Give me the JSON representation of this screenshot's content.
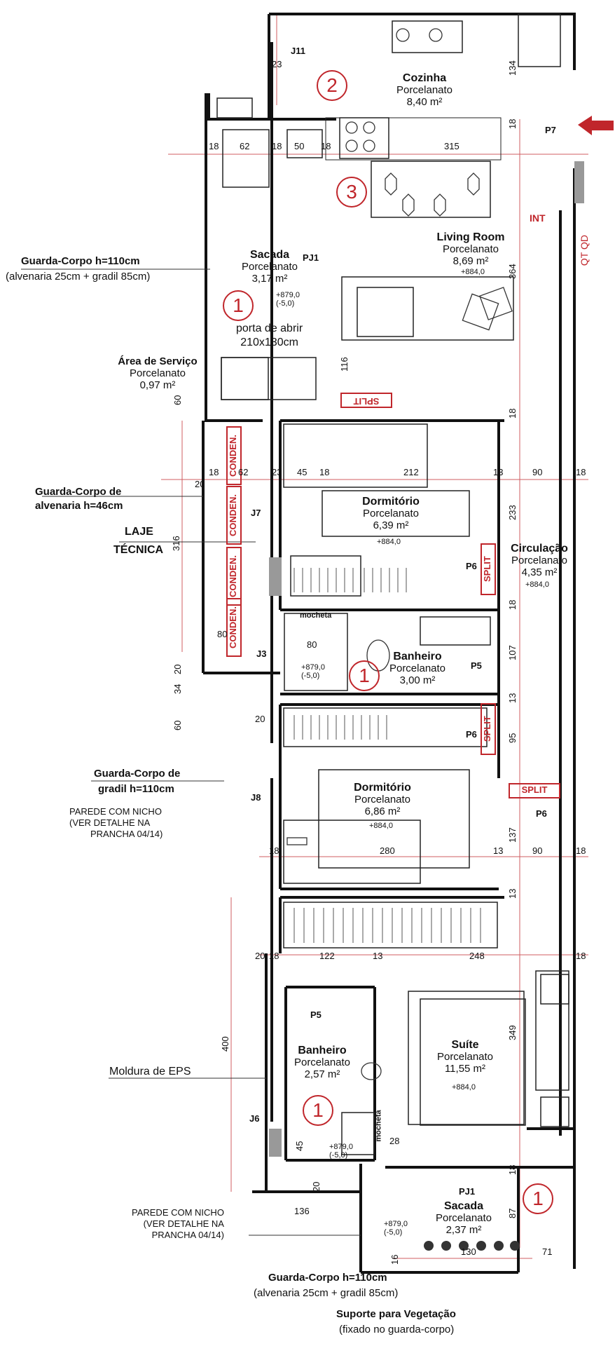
{
  "rooms": {
    "cozinha": {
      "name": "Cozinha",
      "finish": "Porcelanato",
      "area": "8,40 m²"
    },
    "living": {
      "name": "Living Room",
      "finish": "Porcelanato",
      "area": "8,69 m²",
      "level": "+884,0"
    },
    "sacada_top": {
      "name": "Sacada",
      "finish": "Porcelanato",
      "area": "3,17 m²",
      "level": "+879,0",
      "level2": "(-5,0)"
    },
    "servico": {
      "name": "Área de Serviço",
      "finish": "Porcelanato",
      "area": "0,97 m²"
    },
    "dorm1": {
      "name": "Dormitório",
      "finish": "Porcelanato",
      "area": "6,39 m²",
      "level": "+884,0"
    },
    "circulacao": {
      "name": "Circulação",
      "finish": "Porcelanato",
      "area": "4,35 m²",
      "level": "+884,0"
    },
    "banheiro1": {
      "name": "Banheiro",
      "finish": "Porcelanato",
      "area": "3,00 m²",
      "level": "+879,0",
      "level2": "(-5,0)"
    },
    "dorm2": {
      "name": "Dormitório",
      "finish": "Porcelanato",
      "area": "6,86 m²",
      "level": "+884,0"
    },
    "banheiro2": {
      "name": "Banheiro",
      "finish": "Porcelanato",
      "area": "2,57 m²",
      "level": "+879,0",
      "level2": "(-5,0)"
    },
    "suite": {
      "name": "Suíte",
      "finish": "Porcelanato",
      "area": "11,55 m²",
      "level": "+884,0"
    },
    "sacada_bottom": {
      "name": "Sacada",
      "finish": "Porcelanato",
      "area": "2,37 m²",
      "level": "+879,0",
      "level2": "(-5,0)"
    }
  },
  "notes": {
    "gc110_top_1": "Guarda-Corpo h=110cm",
    "gc110_top_2": "(alvenaria 25cm + gradil 85cm)",
    "door": "porta de abrir",
    "door_size": "210x130cm",
    "gc46_1": "Guarda-Corpo de",
    "gc46_2": "alvenaria h=46cm",
    "laje_1": "LAJE",
    "laje_2": "TÉCNICA",
    "gcgradil_1": "Guarda-Corpo de",
    "gcgradil_2": "gradil h=110cm",
    "nicho1_1": "PAREDE COM NICHO",
    "nicho1_2": "(VER DETALHE NA",
    "nicho1_3": "PRANCHA 04/14)",
    "eps": "Moldura de EPS",
    "nicho2_1": "PAREDE COM NICHO",
    "nicho2_2": "(VER DETALHE NA",
    "nicho2_3": "PRANCHA 04/14)",
    "gc110_bot_1": "Guarda-Corpo h=110cm",
    "gc110_bot_2": "(alvenaria 25cm + gradil 85cm)",
    "suporte_1": "Suporte para Vegetação",
    "suporte_2": "(fixado no guarda-corpo)",
    "int": "INT",
    "qt_qd": "QT QD"
  },
  "tags": {
    "j11": "J11",
    "pj1_top": "PJ1",
    "p7": "P7",
    "j7": "J7",
    "j3": "J3",
    "p6_a": "P6",
    "p5_a": "P5",
    "p6_b": "P6",
    "j8": "J8",
    "p6_c": "P6",
    "p5_b": "P5",
    "j6": "J6",
    "pj1_bot": "PJ1",
    "mocheta_a": "mocheta",
    "mocheta_b": "mocheta"
  },
  "markers": {
    "m2": "2",
    "m3": "3",
    "m1a": "1",
    "m1b": "1",
    "m1c": "1",
    "m1d": "1"
  },
  "red_labels": {
    "split_1": "SPLIT",
    "split_2": "SPLIT",
    "split_3": "SPLIT",
    "split_4": "SPLIT",
    "conden_1": "CONDEN.",
    "conden_2": "CONDEN.",
    "conden_3": "CONDEN.",
    "conden_4": "CONDEN."
  },
  "dims": {
    "d23": "23",
    "d134": "134",
    "d18a": "18",
    "d62a": "62",
    "d18b": "18",
    "d50": "50",
    "d18c": "18",
    "d315": "315",
    "d18d": "18",
    "d364": "364",
    "d116": "116",
    "d60a": "60",
    "d18e": "18",
    "d18f": "18",
    "d62b": "62",
    "d23b": "23",
    "d45a": "45",
    "d18g": "18",
    "d212": "212",
    "d13a": "13",
    "d90a": "90",
    "d18h": "18",
    "d20a": "20",
    "d316": "316",
    "d233": "233",
    "d80a": "80",
    "d80b": "80",
    "d18i": "18",
    "d107": "107",
    "d20b": "20",
    "d34": "34",
    "d60b": "60",
    "d13b": "13",
    "d20c": "20",
    "d95": "95",
    "d18j": "18",
    "d280": "280",
    "d13c": "13",
    "d90b": "90",
    "d18k": "18",
    "d137": "137",
    "d13d": "13",
    "d20d": "20",
    "d18l": "18",
    "d122": "122",
    "d13e": "13",
    "d248": "248",
    "d18m": "18",
    "d400": "400",
    "d349": "349",
    "d45b": "45",
    "d28": "28",
    "d18n": "18",
    "d20e": "20",
    "d136": "136",
    "d87": "87",
    "d16": "16",
    "d130": "130",
    "d71": "71"
  },
  "colors": {
    "wall": "#111111",
    "red": "#c0262b",
    "grid": "#c0262b",
    "furniture": "#333333"
  }
}
